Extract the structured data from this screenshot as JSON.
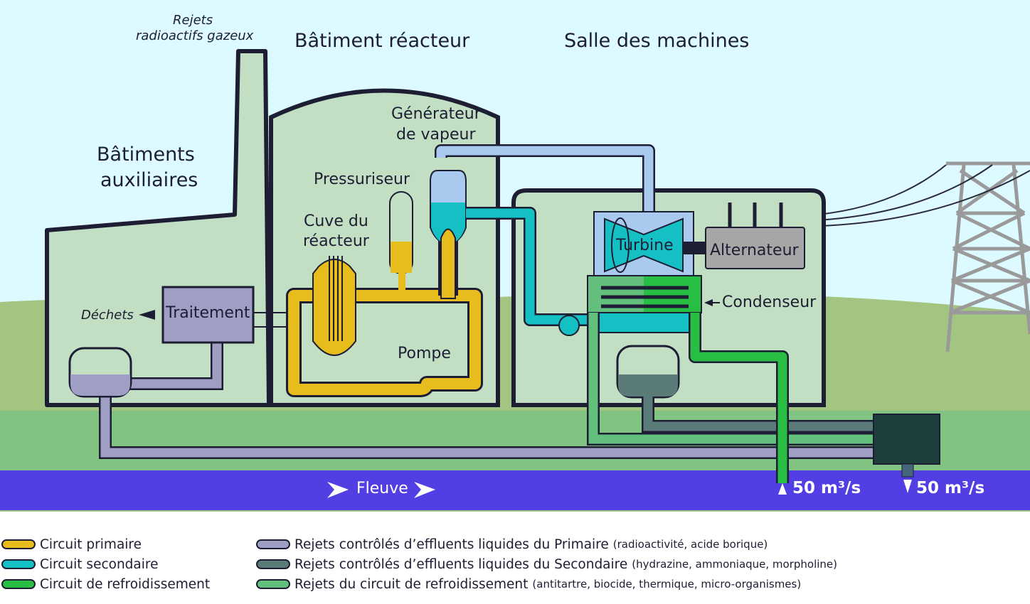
{
  "labels": {
    "gaseous_release_line1": "Rejets",
    "gaseous_release_line2": "radioactifs gazeux",
    "reactor_building": "Bâtiment réacteur",
    "machine_hall": "Salle des machines",
    "auxiliary_buildings_line1": "Bâtiments",
    "auxiliary_buildings_line2": "auxiliaires",
    "steam_generator_line1": "Générateur",
    "steam_generator_line2": "de vapeur",
    "pressurizer": "Pressuriseur",
    "reactor_vessel_line1": "Cuve du",
    "reactor_vessel_line2": "réacteur",
    "pump": "Pompe",
    "treatment": "Traitement",
    "waste": "Déchets",
    "turbine": "Turbine",
    "alternator": "Alternateur",
    "condenser": "Condenseur",
    "river": "Fleuve",
    "intake_flow": "50 m³/s",
    "outlet_flow": "50 m³/s"
  },
  "colors": {
    "sky": "#dcfaff",
    "ground_far": "#a4c482",
    "ground_near": "#80c383",
    "river": "#523fe4",
    "building": "#c2dfc4",
    "outline": "#1d1d33",
    "primary": "#e6bd1c",
    "secondary": "#15c0c4",
    "steam": "#a9c9ef",
    "cooling": "#27be43",
    "primary_effluent": "#9f9fc6",
    "secondary_effluent": "#5b7b79",
    "cooling_effluent": "#63c07c",
    "alternator": "#a6a6a6",
    "outfall": "#1e3d3d"
  },
  "legend": {
    "left": [
      {
        "label": "Circuit primaire",
        "color": "#e6bd1c"
      },
      {
        "label": "Circuit secondaire",
        "color": "#15c0c4"
      },
      {
        "label": "Circuit de refroidissement",
        "color": "#27be43"
      }
    ],
    "right": [
      {
        "label": "Rejets contrôlés d’effluents liquides du Primaire",
        "detail": "(radioactivité, acide borique)",
        "color": "#9f9fc6"
      },
      {
        "label": "Rejets contrôlés d’effluents liquides du Secondaire",
        "detail": "(hydrazine, ammoniaque, morpholine)",
        "color": "#5b7b79"
      },
      {
        "label": "Rejets du circuit de refroidissement",
        "detail": "(antitartre, biocide, thermique, micro-organismes)",
        "color": "#63c07c"
      }
    ]
  }
}
